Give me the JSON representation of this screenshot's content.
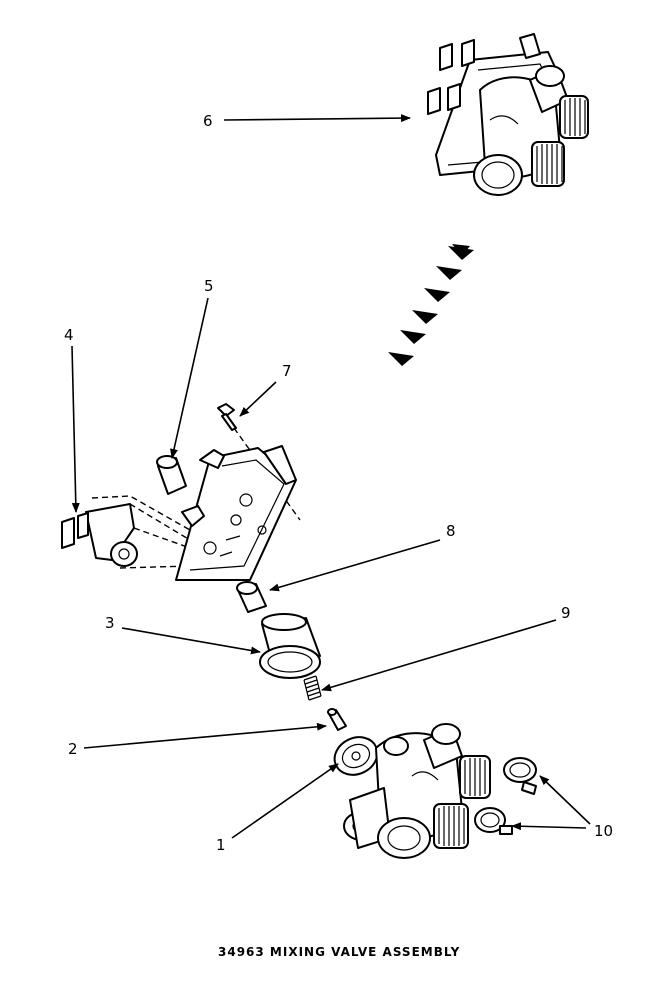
{
  "callouts": {
    "c1": "1",
    "c2": "2",
    "c3": "3",
    "c4": "4",
    "c5": "5",
    "c6": "6",
    "c7": "7",
    "c8": "8",
    "c9": "9",
    "c10": "10"
  },
  "caption": "34963 MIXING VALVE ASSEMBLY"
}
